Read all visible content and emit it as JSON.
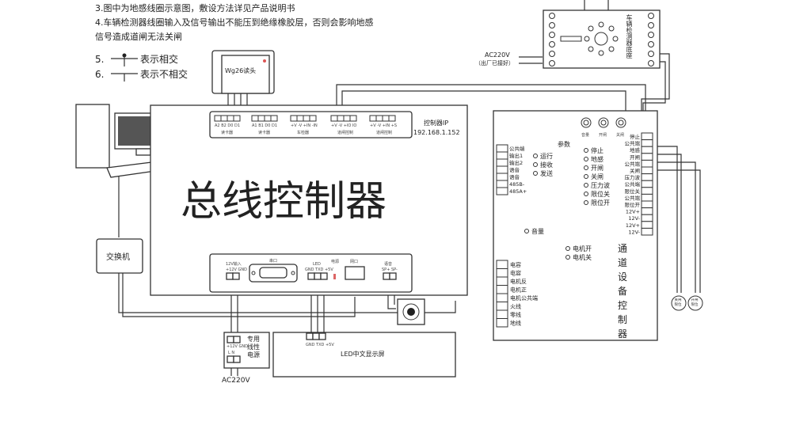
{
  "notes": {
    "line3": "3.图中为地感线圈示意图，敷设方法详见产品说明书",
    "line4a": "4.车辆检测器线圈输入及信号输出不能压到绝缘橡胶层，否则会影响地感",
    "line4b": "信号造成道闸无法关闸",
    "legend5_num": "5.",
    "legend5_text": "表示相交",
    "legend6_num": "6.",
    "legend6_text": "表示不相交"
  },
  "reader": {
    "label": "Wg26读头"
  },
  "detector": {
    "label": "车辆检测器底座",
    "ac_label": "AC220V",
    "ac_note": "（出厂已接好）"
  },
  "controller": {
    "title": "总线控制器",
    "ip_label": "控制器IP",
    "ip": "192.168.1.152",
    "top_ports": [
      {
        "pins": "A2 B2 D0 D1",
        "name": "读卡器"
      },
      {
        "pins": "A1 B1 D0 D1",
        "name": "读卡器"
      },
      {
        "pins": "+V  -V  +IN  -IN",
        "name": "车检器"
      },
      {
        "pins": "+V  -V  +IO  IO",
        "name": "道闸控制"
      },
      {
        "pins": "+V  -V  +IN  +S",
        "name": "道闸控制"
      }
    ],
    "bottom": {
      "power_label": "12V输入",
      "power_pins": "+12V GND",
      "serial_label": "串口",
      "led_label": "LED",
      "led_pins": "GND TXD +5V",
      "indicator_label": "电源",
      "net_label": "网口",
      "speaker_label": "语音",
      "speaker_pins": "SP+ SP-"
    }
  },
  "switch": {
    "label": "交换机"
  },
  "psu": {
    "label": "专用线性电源",
    "pins_top": "+12V GND",
    "pins_bot": "L  N",
    "ac_label": "AC220V"
  },
  "led_display": {
    "label": "LED中文显示屏",
    "pins": "GND TXD +5V"
  },
  "device_controller": {
    "title_chars": [
      "通",
      "道",
      "设",
      "备",
      "控",
      "制",
      "器"
    ],
    "knobs": [
      "音量",
      "开闸",
      "关闸"
    ],
    "params_label": "参数",
    "left_terminals": [
      "公共端",
      "输出1",
      "输出2",
      "语音",
      "语音",
      "485B-",
      "485A+"
    ],
    "status_leds": [
      "运行",
      "接收",
      "发送"
    ],
    "input_leds": [
      "停止",
      "地感",
      "开闸",
      "关闸",
      "压力波",
      "限位关",
      "限位开"
    ],
    "right_terminals": [
      "停止",
      "公共端",
      "地感",
      "开闸",
      "公共端",
      "关闸",
      "压力波",
      "公共端",
      "限位关",
      "公共端",
      "限位开",
      "12V+",
      "12V-",
      "12V+",
      "12V-"
    ],
    "volume_led": "音量",
    "motor_leds": [
      "电机开",
      "电机关"
    ],
    "bottom_terminals": [
      "电容",
      "电容",
      "电机反",
      "电机正",
      "电机公共端",
      "火线",
      "零线",
      "地线"
    ]
  },
  "limit_switches": [
    "关闸限位",
    "开闸限位"
  ]
}
